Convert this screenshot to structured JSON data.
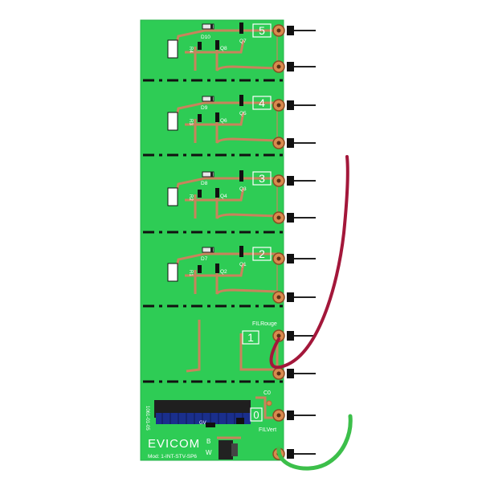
{
  "brand": {
    "name": "EVICOM",
    "model": "Mod: 1-INT-STV-SP6"
  },
  "side_text": "1061-01-05",
  "channels": [
    {
      "number": "5",
      "diode": "D10",
      "res": "R4",
      "q_upper": "Q7",
      "q_lower": "Q8"
    },
    {
      "number": "4",
      "diode": "D9",
      "res": "R3",
      "q_upper": "Q5",
      "q_lower": "Q6"
    },
    {
      "number": "3",
      "diode": "D8",
      "res": "R2",
      "q_upper": "Q3",
      "q_lower": "Q4"
    },
    {
      "number": "2",
      "diode": "D7",
      "res": "R1",
      "q_upper": "Q1",
      "q_lower": "Q2"
    }
  ],
  "channel1": {
    "number": "1",
    "wire_label": "FILRouge"
  },
  "channel0": {
    "number": "0",
    "wire_label": "FILVert",
    "cap_label": "C0"
  },
  "connector_labels": {
    "b": "B",
    "w": "W",
    "gv": "GV"
  },
  "colors": {
    "board": "#2ecc55",
    "trace": "#c9835c",
    "pad": "#d98a4e",
    "wire_red": "#a3173a",
    "wire_green": "#3cbf4a",
    "connector": "#1a2f8c"
  }
}
